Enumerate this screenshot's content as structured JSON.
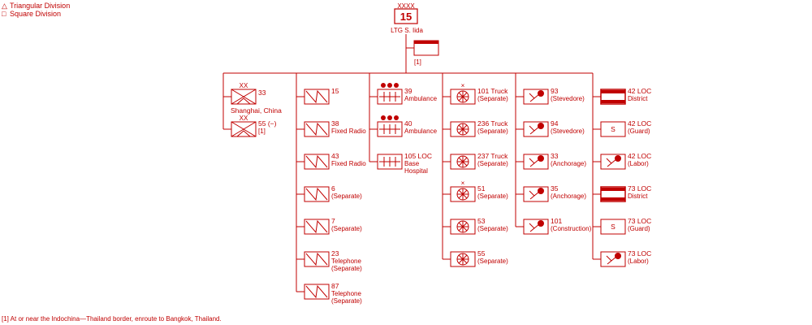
{
  "legend": [
    {
      "symbol": "△",
      "label": "Triangular Division"
    },
    {
      "symbol": "□",
      "label": "Square Division"
    }
  ],
  "head": {
    "echelon": "XXXX",
    "number": "15",
    "commander": "LTG S. Iida",
    "note": "[1]"
  },
  "columns": [
    {
      "units": [
        {
          "symbol": "infantry-division",
          "echelon": "XX",
          "lines": [
            "33",
            "Shanghai, China"
          ],
          "label_pos": "below"
        },
        {
          "symbol": "infantry-division",
          "echelon": "XX",
          "lines": [
            "55 (−)",
            "[1]"
          ]
        }
      ]
    },
    {
      "units": [
        {
          "symbol": "signal",
          "lines": [
            "15"
          ]
        },
        {
          "symbol": "signal",
          "lines": [
            "38",
            "Fixed Radio"
          ]
        },
        {
          "symbol": "signal",
          "lines": [
            "43",
            "Fixed Radio"
          ]
        },
        {
          "symbol": "signal",
          "lines": [
            "6",
            "(Separate)"
          ]
        },
        {
          "symbol": "signal",
          "lines": [
            "7",
            "(Separate)"
          ]
        },
        {
          "symbol": "signal",
          "lines": [
            "23",
            "Telephone",
            "(Separate)"
          ]
        },
        {
          "symbol": "signal",
          "lines": [
            "87",
            "Telephone",
            "(Separate)"
          ]
        }
      ]
    },
    {
      "units": [
        {
          "symbol": "medical",
          "dots": 3,
          "lines": [
            "39",
            "Ambulance"
          ]
        },
        {
          "symbol": "medical",
          "dots": 3,
          "lines": [
            "40",
            "Ambulance"
          ]
        },
        {
          "symbol": "medical",
          "lines": [
            "105 LOC",
            "Base",
            "Hospital"
          ]
        }
      ]
    },
    {
      "units": [
        {
          "symbol": "motor",
          "lines": [
            "101 Truck",
            "(Separate)"
          ],
          "cross": true
        },
        {
          "symbol": "motor",
          "lines": [
            "236 Truck",
            "(Separate)"
          ]
        },
        {
          "symbol": "motor",
          "lines": [
            "237 Truck",
            "(Separate)"
          ]
        },
        {
          "symbol": "motor",
          "lines": [
            "51",
            "(Separate)"
          ],
          "cross": true
        },
        {
          "symbol": "motor",
          "lines": [
            "53",
            "(Separate)"
          ]
        },
        {
          "symbol": "motor",
          "lines": [
            "55",
            "(Separate)"
          ]
        }
      ]
    },
    {
      "units": [
        {
          "symbol": "labor",
          "lines": [
            "93",
            "(Stevedore)"
          ]
        },
        {
          "symbol": "labor",
          "lines": [
            "94",
            "(Stevedore)"
          ]
        },
        {
          "symbol": "labor",
          "lines": [
            "33",
            "(Anchorage)"
          ]
        },
        {
          "symbol": "labor",
          "lines": [
            "35",
            "(Anchorage)"
          ]
        },
        {
          "symbol": "labor",
          "lines": [
            "101",
            "(Construction)"
          ]
        }
      ]
    },
    {
      "units": [
        {
          "symbol": "district",
          "lines": [
            "42 LOC",
            "District"
          ]
        },
        {
          "symbol": "guard",
          "letter": "S",
          "lines": [
            "42 LOC",
            "(Guard)"
          ]
        },
        {
          "symbol": "labor",
          "lines": [
            "42 LOC",
            "(Labor)"
          ]
        },
        {
          "symbol": "district",
          "lines": [
            "73 LOC",
            "District"
          ]
        },
        {
          "symbol": "guard",
          "letter": "S",
          "lines": [
            "73 LOC",
            "(Guard)"
          ]
        },
        {
          "symbol": "labor",
          "lines": [
            "73 LOC",
            "(Labor)"
          ]
        }
      ]
    }
  ],
  "footnote": "[1] At or near the Indochina—Thailand border, enroute to Bangkok, Thailand.",
  "colors": {
    "line": "#c00000",
    "background": "#ffffff"
  }
}
